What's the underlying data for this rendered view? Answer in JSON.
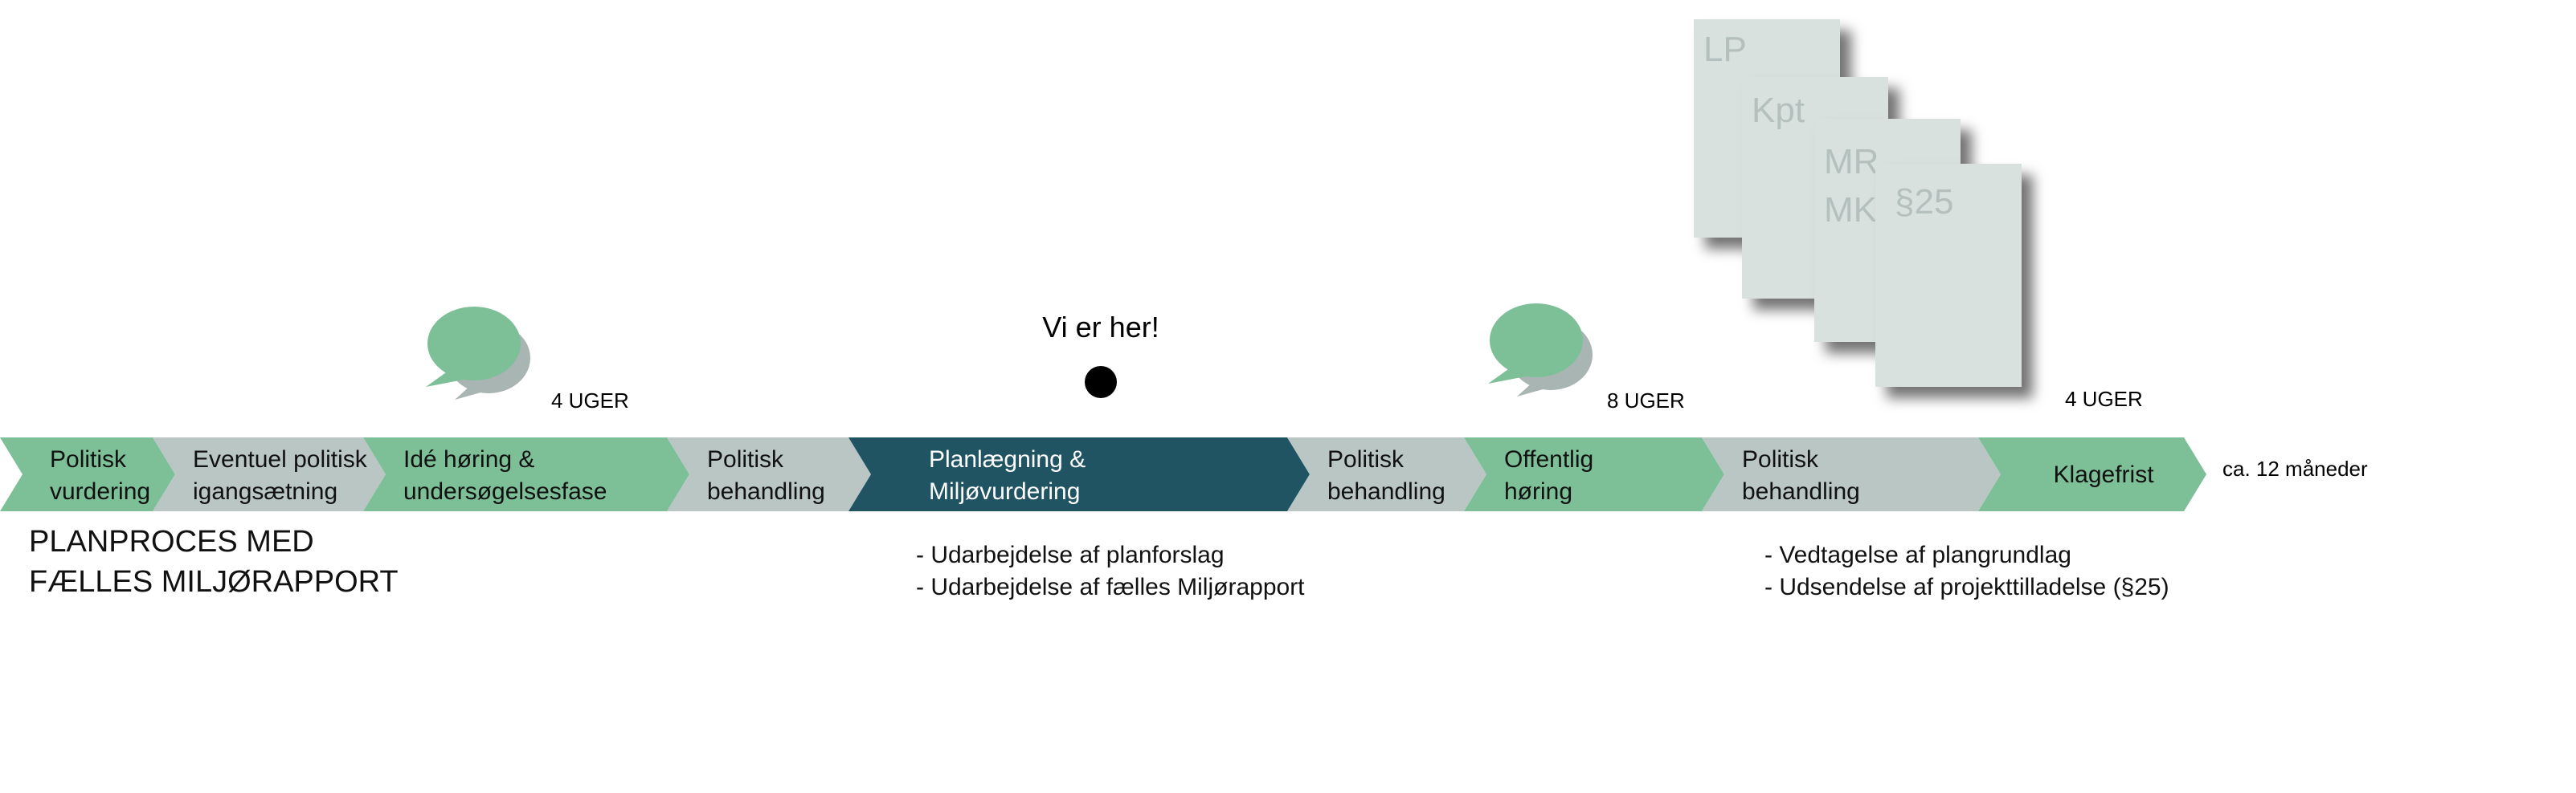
{
  "colors": {
    "green": "#7dbf97",
    "grey": "#b9c6c4",
    "teal": "#215463",
    "doc": "#d9e1df",
    "doc_text": "#b4c0bd",
    "marker": "#000000"
  },
  "steps": [
    {
      "lines": [
        "Politisk",
        "vurdering"
      ],
      "color": "green"
    },
    {
      "lines": [
        "Eventuel politisk",
        "igangsætning"
      ],
      "color": "grey"
    },
    {
      "lines": [
        "Idé høring &",
        "undersøgelsesfase"
      ],
      "color": "green"
    },
    {
      "lines": [
        "Politisk",
        "behandling"
      ],
      "color": "grey"
    },
    {
      "lines": [
        "Planlægning &",
        "Miljøvurdering"
      ],
      "color": "teal"
    },
    {
      "lines": [
        "Politisk",
        "behandling"
      ],
      "color": "grey"
    },
    {
      "lines": [
        "Offentlig",
        "høring"
      ],
      "color": "green"
    },
    {
      "lines": [
        "Politisk",
        "behandling"
      ],
      "color": "grey"
    },
    {
      "lines": [
        "Klagefrist"
      ],
      "color": "green"
    }
  ],
  "durations": [
    "4 UGER",
    "8 UGER",
    "4 UGER"
  ],
  "total_duration": "ca. 12 måneder",
  "marker_label": "Vi er her!",
  "title_lines": [
    "PLANPROCES MED",
    "FÆLLES MILJØRAPPORT"
  ],
  "planning_notes": [
    "- Udarbejdelse af planforslag",
    "- Udarbejdelse af fælles Miljørapport"
  ],
  "adoption_notes": [
    "-  Vedtagelse af plangrundlag",
    "- Udsendelse af projekttilladelse (§25)"
  ],
  "documents": [
    {
      "labels": [
        "LP"
      ]
    },
    {
      "labels": [
        "Kpt"
      ]
    },
    {
      "labels": [
        "MR",
        "MK"
      ]
    },
    {
      "labels": [
        "§25"
      ]
    }
  ]
}
